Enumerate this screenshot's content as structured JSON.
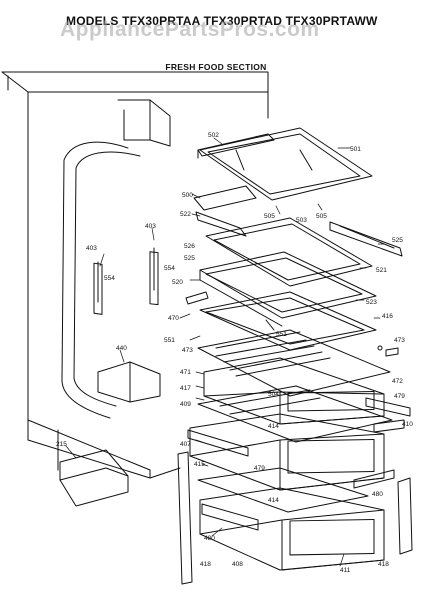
{
  "header": {
    "model_line": "MODELS TFX30PRTAA TFX30PRTAD TFX30PRTAWW",
    "section_title": "FRESH FOOD SECTION"
  },
  "watermark": "AppliancePartsPros.com",
  "part_labels": {
    "p215": "215",
    "p403a": "403",
    "p403b": "403",
    "p554a": "554",
    "p554b": "554",
    "p440": "440",
    "p502": "502",
    "p501": "501",
    "p500": "500",
    "p522": "522",
    "p505a": "505",
    "p503": "503",
    "p505b": "505",
    "p525a": "525",
    "p526": "526",
    "p525b": "525",
    "p521": "521",
    "p520": "520",
    "p523": "523",
    "p470": "470",
    "p551a": "551",
    "p416": "416",
    "p551b": "551",
    "p473a": "473",
    "p473b": "473",
    "p471": "471",
    "p472": "472",
    "p417": "417",
    "p504": "504",
    "p409": "409",
    "p479a": "479",
    "p414a": "414",
    "p410": "410",
    "p407": "407",
    "p415": "415",
    "p479b": "479",
    "p414b": "414",
    "p480a": "480",
    "p480b": "480",
    "p408": "408",
    "p418a": "418",
    "p411": "411",
    "p418b": "418"
  }
}
